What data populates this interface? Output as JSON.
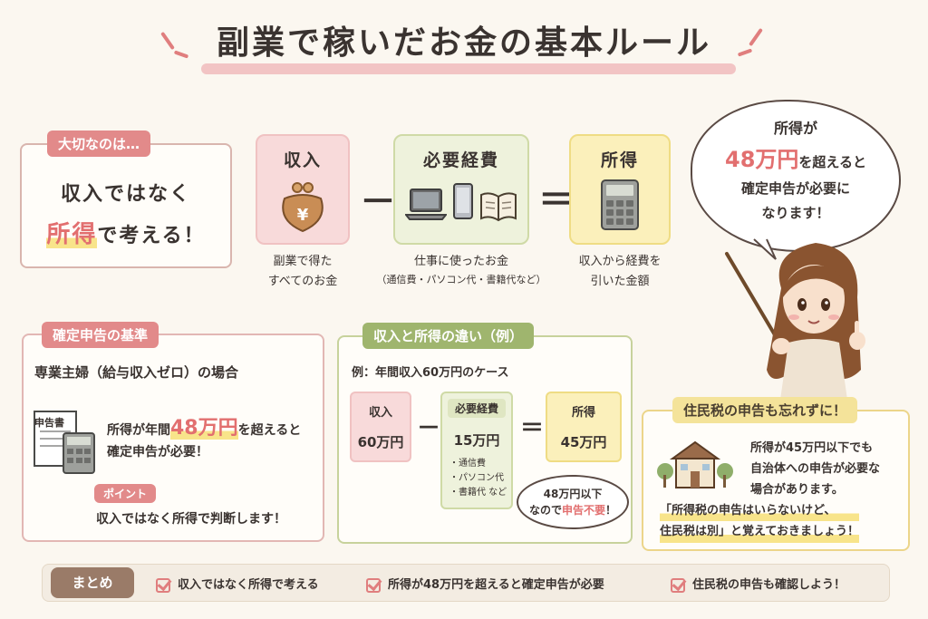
{
  "title": "副業で稼いだお金の基本ルール",
  "important": {
    "tag": "大切なのは…",
    "line1": "収入ではなく",
    "line2_highlight": "所得",
    "line2_rest": "で考える！"
  },
  "formula": {
    "income": {
      "title": "収入",
      "caption1": "副業で得た",
      "caption2": "すべてのお金"
    },
    "expenses": {
      "title": "必要経費",
      "caption1": "仕事に使ったお金",
      "caption2": "（通信費・パソコン代・書籍代など）"
    },
    "profit": {
      "title": "所得",
      "caption1": "収入から経費を",
      "caption2": "引いた金額"
    },
    "minus": "－",
    "equals": "＝"
  },
  "bubble_top": {
    "line1": "所得が",
    "amount": "48万円",
    "line2_rest": "を超えると",
    "line3": "確定申告が必要に",
    "line4": "なります！"
  },
  "criteria": {
    "tag": "確定申告の基準",
    "subtitle": "専業主婦（給与収入ゼロ）の場合",
    "doc_label": "申告書",
    "line1_pre": "所得が年間",
    "line1_amount": "48万円",
    "line1_post": "を超えると",
    "line2": "確定申告が必要！",
    "point_tag": "ポイント",
    "point_text": "収入ではなく所得で判断します！"
  },
  "example": {
    "tag": "収入と所得の違い（例）",
    "subtitle": "例：年間収入60万円のケース",
    "income_label": "収入",
    "income_value": "60万円",
    "expense_label": "必要経費",
    "expense_value": "15万円",
    "expense_items": [
      "・通信費",
      "・パソコン代",
      "・書籍代 など"
    ],
    "profit_label": "所得",
    "profit_value": "45万円",
    "minus": "－",
    "equals": "＝",
    "bubble_line1": "48万円以下",
    "bubble_line2_pre": "なので",
    "bubble_line2_red": "申告不要",
    "bubble_line2_post": "！"
  },
  "resident_tax": {
    "tag": "住民税の申告も忘れずに！",
    "text1": "所得が45万円以下でも",
    "text2": "自治体への申告が必要な",
    "text3": "場合があります。",
    "quote1": "「所得税の申告はいらないけど、",
    "quote2": "住民税は別」と覚えておきましょう！"
  },
  "summary": {
    "tag": "まとめ",
    "items": [
      "収入ではなく所得で考える",
      "所得が48万円を超えると確定申告が必要",
      "住民税の申告も確認しよう！"
    ]
  },
  "icons": {
    "wallet": "coin-purse-icon",
    "laptop": "laptop-icon",
    "phone": "smartphone-icon",
    "book": "book-icon",
    "calculator": "calculator-icon",
    "house": "house-icon"
  },
  "colors": {
    "accent_pink": "#e28a8a",
    "accent_green": "#9fb56e",
    "accent_yellow": "#f4e39a",
    "highlight_red": "#e26f6f",
    "background": "#fbf7f0"
  }
}
